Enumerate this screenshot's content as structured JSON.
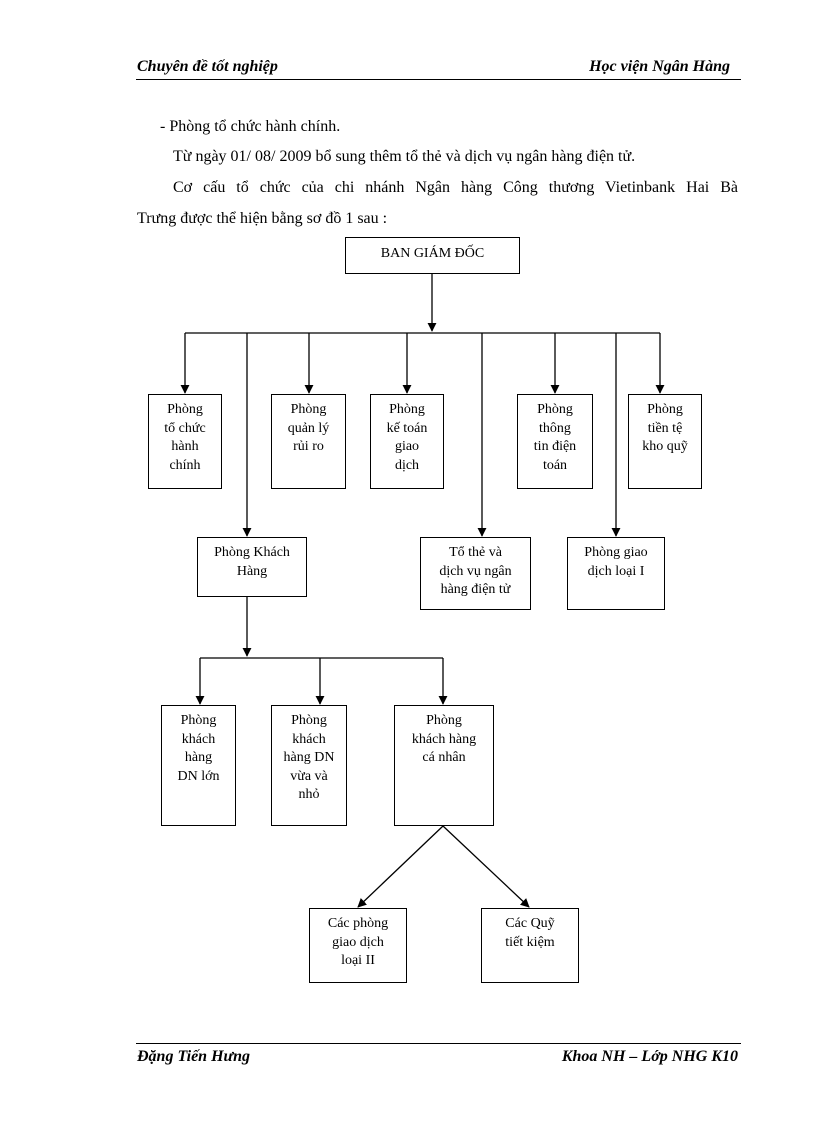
{
  "header": {
    "left": "Chuyên đề tốt nghiệp",
    "right": "Học viện Ngân Hàng"
  },
  "footer": {
    "left": "Đặng Tiến Hưng",
    "right": "Khoa NH – Lớp NHG K10"
  },
  "body": {
    "line1": "- Phòng tổ chức hành chính.",
    "line2": "Từ ngày 01/ 08/ 2009 bổ sung thêm tổ thẻ và dịch vụ ngân hàng điện tử.",
    "line3": "Cơ cấu tổ chức của chi nhánh Ngân hàng Công thương Vietinbank Hai Bà",
    "line4": "Trưng được thể hiện bằng sơ đồ 1 sau :"
  },
  "org_chart": {
    "root": "BAN GIÁM ĐỐC",
    "row1": [
      "Phòng\ntổ chức\nhành\nchính",
      "Phòng\nquản lý\nrủi ro",
      "Phòng\nkế toán\ngiao\ndịch",
      "Phòng\nthông\ntin điện\ntoán",
      "Phòng\ntiền tệ\nkho quỹ"
    ],
    "row2": [
      "Phòng Khách\nHàng",
      "Tổ thẻ và\ndịch vụ ngân\nhàng điện tử",
      "Phòng giao\ndịch loại I"
    ],
    "row3": [
      "Phòng\nkhách\nhàng\nDN lớn",
      "Phòng\nkhách\nhàng DN\nvừa và\nnhỏ",
      "Phòng\nkhách hàng\ncá nhân"
    ],
    "row4": [
      "Các phòng\ngiao dịch\nloại II",
      "Các Quỹ\ntiết kiệm"
    ]
  }
}
